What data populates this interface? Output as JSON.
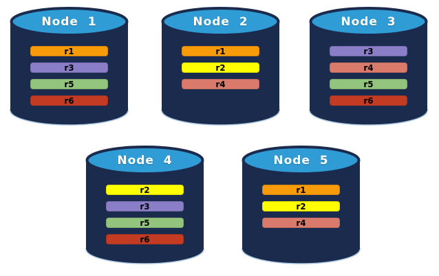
{
  "diagram": {
    "colors": {
      "background": "#FFFFFF",
      "cylinder_body": "#1B2B4D",
      "cylinder_top": "#2F9CD6",
      "cylinder_outline": "#1B2B4D",
      "cylinder_bottom_edge": "#A9C6E0",
      "node_title_text": "#FFFFFF",
      "replica_label_text": "#000000",
      "replica_r1": "#F79B0B",
      "replica_r2": "#FFFF00",
      "replica_r3": "#8B7EC8",
      "replica_r4": "#D97A6C",
      "replica_r5": "#93C47D",
      "replica_r6": "#C43B24"
    },
    "nodes": [
      {
        "title": "Node  1",
        "replicas": [
          {
            "label": "r1",
            "color": "#F79B0B"
          },
          {
            "label": "r3",
            "color": "#8B7EC8"
          },
          {
            "label": "r5",
            "color": "#93C47D"
          },
          {
            "label": "r6",
            "color": "#C43B24"
          }
        ]
      },
      {
        "title": "Node  2",
        "replicas": [
          {
            "label": "r1",
            "color": "#F79B0B"
          },
          {
            "label": "r2",
            "color": "#FFFF00"
          },
          {
            "label": "r4",
            "color": "#D97A6C"
          }
        ]
      },
      {
        "title": "Node  3",
        "replicas": [
          {
            "label": "r3",
            "color": "#8B7EC8"
          },
          {
            "label": "r4",
            "color": "#D97A6C"
          },
          {
            "label": "r5",
            "color": "#93C47D"
          },
          {
            "label": "r6",
            "color": "#C43B24"
          }
        ]
      },
      {
        "title": "Node  4",
        "replicas": [
          {
            "label": "r2",
            "color": "#FFFF00"
          },
          {
            "label": "r3",
            "color": "#8B7EC8"
          },
          {
            "label": "r5",
            "color": "#93C47D"
          },
          {
            "label": "r6",
            "color": "#C43B24"
          }
        ]
      },
      {
        "title": "Node  5",
        "replicas": [
          {
            "label": "r1",
            "color": "#F79B0B"
          },
          {
            "label": "r2",
            "color": "#FFFF00"
          },
          {
            "label": "r4",
            "color": "#D97A6C"
          }
        ]
      }
    ]
  }
}
